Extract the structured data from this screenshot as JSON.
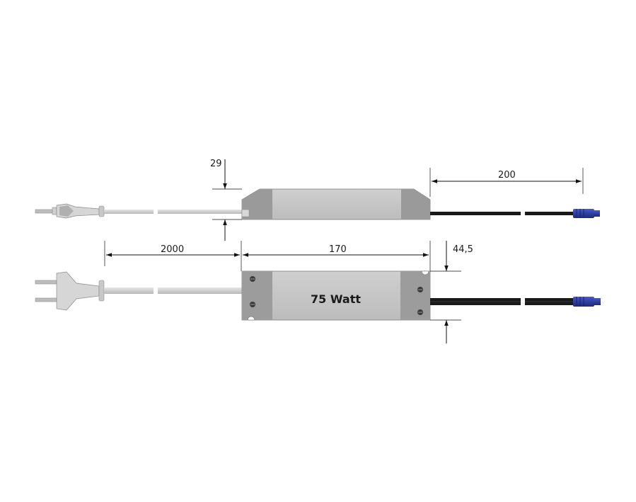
{
  "labels": {
    "height_side": "29",
    "height_front": "44,5",
    "cable_length_mains": "2000",
    "housing_length": "170",
    "cable_length_output": "200",
    "power_rating": "75 Watt"
  },
  "colors": {
    "housing": "#c4c4c4",
    "housing_end": "#9c9c9c",
    "cable_mains": "#d2d2d2",
    "cable_output": "#1a1a1a",
    "connector": "#2f3fa3",
    "line": "#111111"
  }
}
